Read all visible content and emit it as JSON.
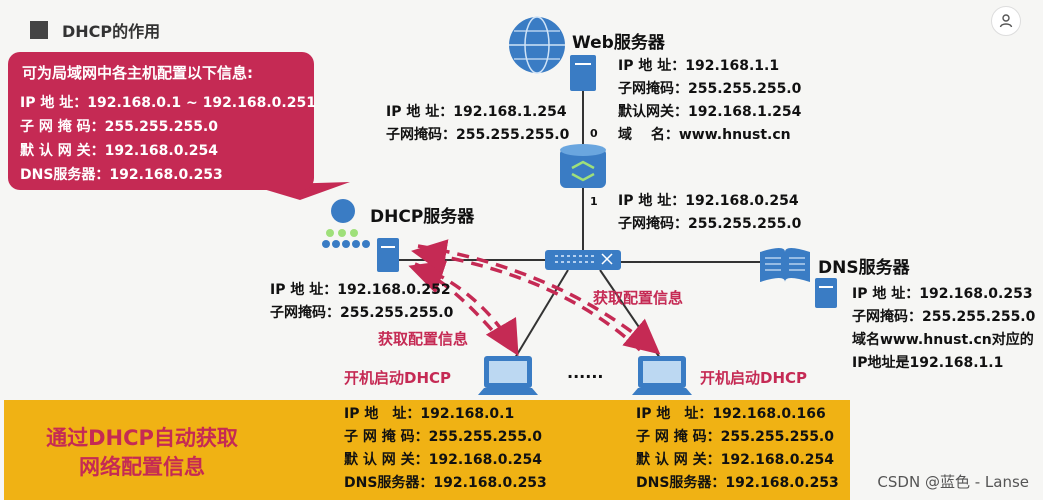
{
  "title": "DHCP的作用",
  "bubble": {
    "heading": "可为局域网中各主机配置以下信息:",
    "lines": [
      "IP 地 址：192.168.0.1 ~ 192.168.0.251",
      "子 网 掩 码：255.255.255.0",
      "默 认 网 关：192.168.0.254",
      "DNS服务器：192.168.0.253"
    ]
  },
  "web_server": {
    "name": "Web服务器",
    "lines": [
      "IP 地 址：192.168.1.1",
      "子网掩码：255.255.255.0",
      "默认网关：192.168.1.254",
      "域　 名：www.hnust.cn"
    ]
  },
  "router": {
    "port0": "0",
    "port1": "1",
    "port0_lines": [
      "IP 地 址：192.168.1.254",
      "子网掩码：255.255.255.0"
    ],
    "port1_lines": [
      "IP 地 址：192.168.0.254",
      "子网掩码：255.255.255.0"
    ]
  },
  "dhcp_server": {
    "name": "DHCP服务器",
    "lines": [
      "IP 地 址：192.168.0.252",
      "子网掩码：255.255.255.0"
    ]
  },
  "dns_server": {
    "name": "DNS服务器",
    "lines": [
      "IP 地 址：192.168.0.253",
      "子网掩码：255.255.255.0",
      "域名www.hnust.cn对应的",
      "IP地址是192.168.1.1"
    ]
  },
  "flows": {
    "left": "获取配置信息",
    "right": "获取配置信息"
  },
  "pc_left": {
    "label": "开机启动DHCP",
    "lines": [
      "IP 地　址：192.168.0.1",
      "子 网 掩 码：255.255.255.0",
      "默 认 网 关：192.168.0.254",
      "DNS服务器：192.168.0.253"
    ]
  },
  "pc_right": {
    "label": "开机启动DHCP",
    "lines": [
      "IP 地　址：192.168.0.166",
      "子 网 掩 码：255.255.255.0",
      "默 认 网 关：192.168.0.254",
      "DNS服务器：192.168.0.253"
    ]
  },
  "ellipsis": "······",
  "slogan": [
    "通过DHCP自动获取",
    "网络配置信息"
  ],
  "watermark": "CSDN @蓝色 - Lanse",
  "colors": {
    "accent": "#c52a54",
    "banner": "#f0b214",
    "device_blue": "#3a7cc4"
  }
}
